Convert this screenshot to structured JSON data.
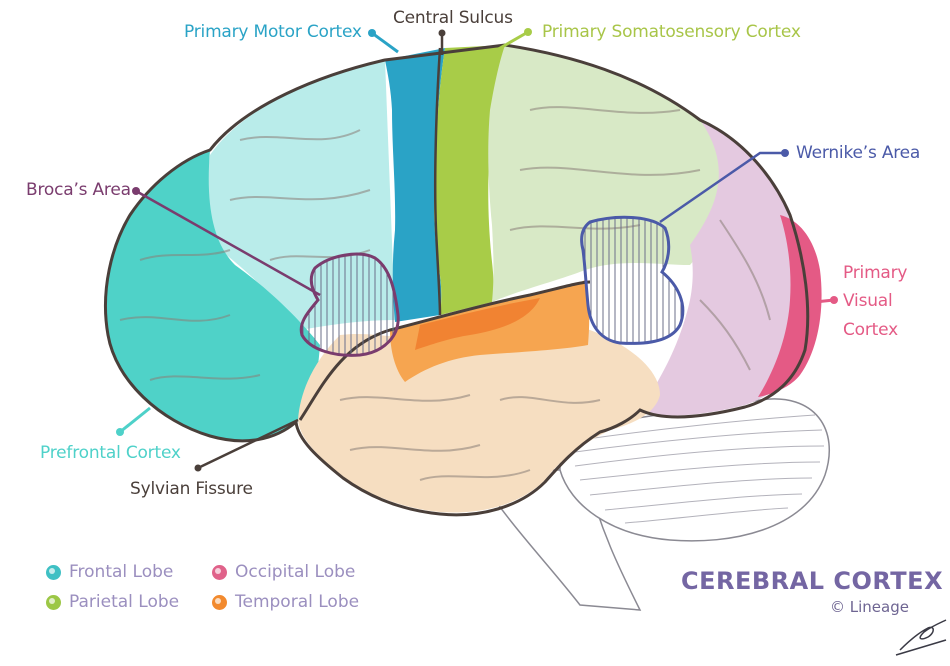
{
  "labels": {
    "primary_motor": "Primary Motor Cortex",
    "central_sulcus": "Central Sulcus",
    "primary_somatosensory": "Primary Somatosensory Cortex",
    "brocas_area": "Broca’s Area",
    "wernikes_area": "Wernike’s Area",
    "primary_visual_line1": "Primary",
    "primary_visual_line2": "Visual",
    "primary_visual_line3": "Cortex",
    "prefrontal": "Prefrontal Cortex",
    "sylvian": "Sylvian Fissure"
  },
  "legend": [
    {
      "label": "Frontal Lobe",
      "color": "#3fc0c4"
    },
    {
      "label": "Parietal Lobe",
      "color": "#9cc746"
    },
    {
      "label": "Occipital Lobe",
      "color": "#e0628a"
    },
    {
      "label": "Temporal Lobe",
      "color": "#f28a2e"
    }
  ],
  "title": "CEREBRAL CORTEX",
  "credit": "© Lineage",
  "colors": {
    "prefrontal": "#4ed1c9",
    "frontal": "#b7ebe8",
    "motor": "#2aa3c6",
    "somatosensory": "#a8cc48",
    "parietal": "#d6e8c4",
    "temporal_light": "#f5ddbf",
    "temporal_orange": "#f5a24b",
    "occipital": "#e4c8df",
    "visual": "#e45a85",
    "cerebellum": "#ffffff",
    "outline": "#4a3f3a",
    "broca": "#7a3c6e",
    "wernike": "#4b5aa8"
  }
}
